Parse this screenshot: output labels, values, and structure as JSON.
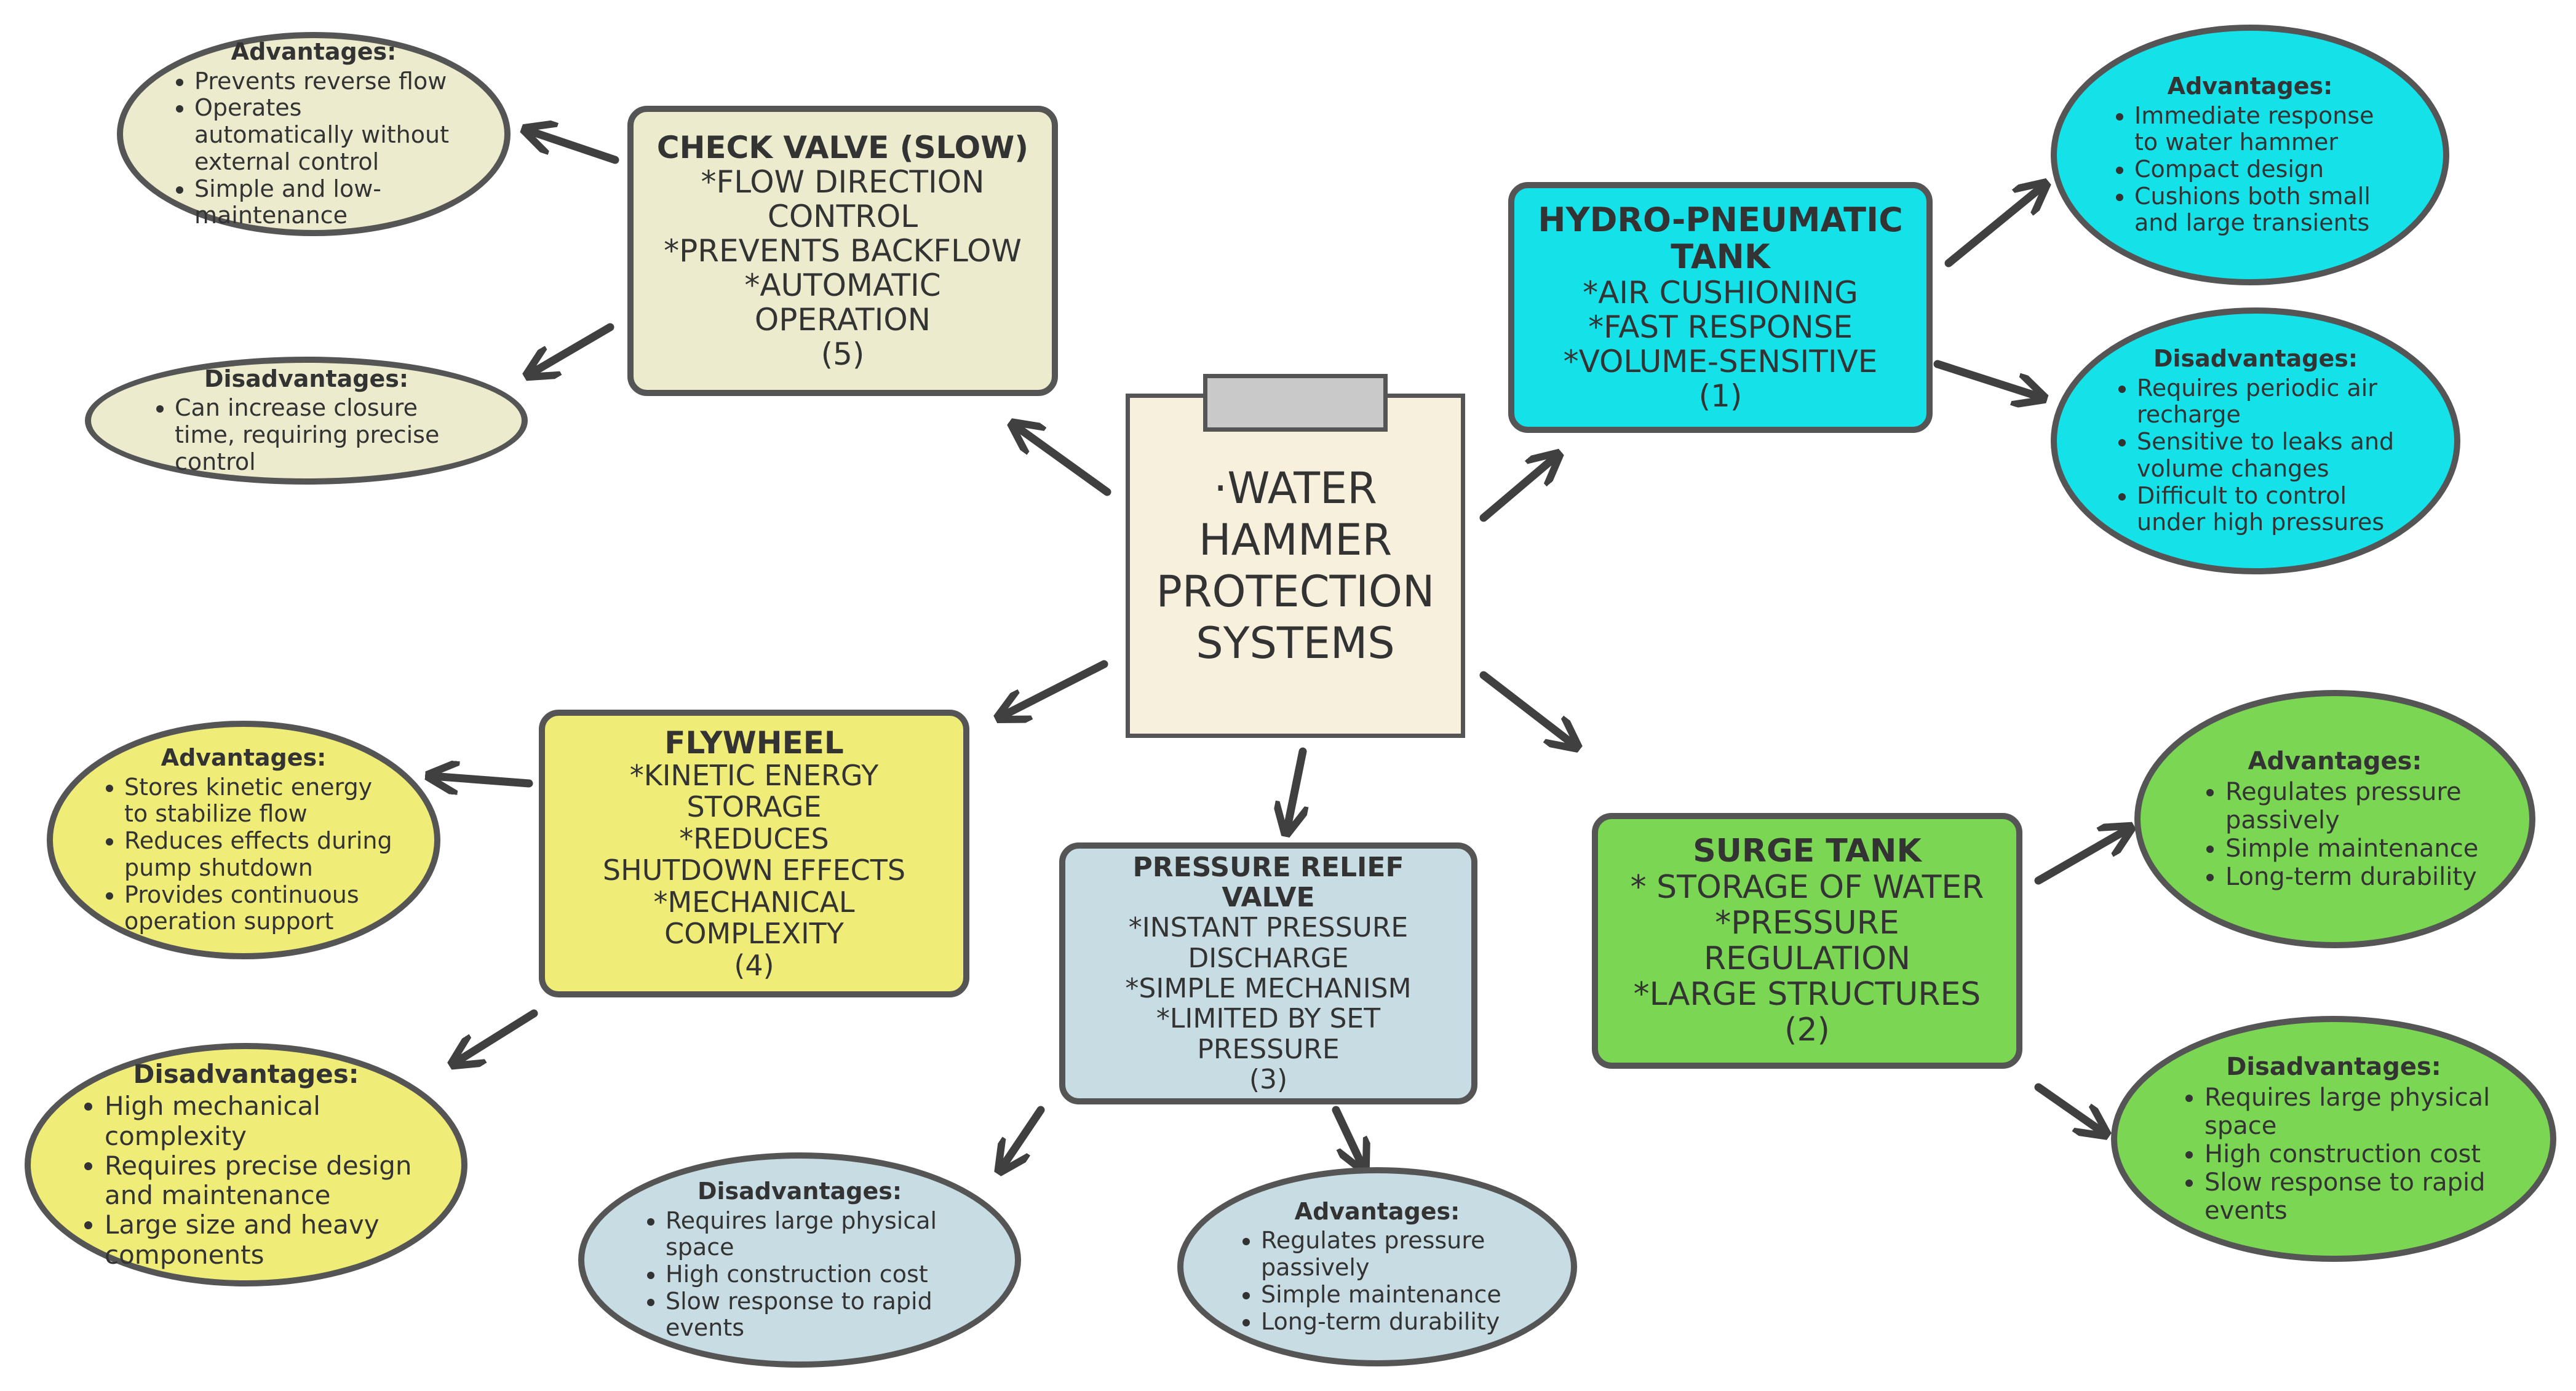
{
  "center": {
    "lines": [
      "·WATER",
      "HAMMER",
      "PROTECTION",
      "SYSTEMS"
    ],
    "icon": "clipboard-icon"
  },
  "check_valve": {
    "title": "CHECK VALVE (SLOW)",
    "lines": [
      "*FLOW DIRECTION",
      "CONTROL",
      "*PREVENTS BACKFLOW",
      "*AUTOMATIC",
      "OPERATION",
      "(5)"
    ],
    "advantages": {
      "heading": "Advantages:",
      "items": [
        "Prevents reverse flow",
        "Operates automatically without external control",
        "Simple and low-maintenance"
      ]
    },
    "disadvantages": {
      "heading": "Disadvantages:",
      "items": [
        "Can increase closure time, requiring precise control"
      ]
    }
  },
  "hydro_pneumatic": {
    "title_lines": [
      "HYDRO-PNEUMATIC",
      "TANK"
    ],
    "lines": [
      "*AIR CUSHIONING",
      "*FAST RESPONSE",
      "*VOLUME-SENSITIVE",
      "(1)"
    ],
    "advantages": {
      "heading": "Advantages:",
      "items": [
        "Immediate response to water hammer",
        "Compact design",
        "Cushions both small and large transients"
      ]
    },
    "disadvantages": {
      "heading": "Disadvantages:",
      "items": [
        "Requires periodic air recharge",
        "Sensitive to leaks and volume changes",
        "Difficult to control under high pressures"
      ]
    }
  },
  "flywheel": {
    "title": "FLYWHEEL",
    "lines": [
      "*KINETIC ENERGY",
      "STORAGE",
      "*REDUCES",
      "SHUTDOWN EFFECTS",
      "*MECHANICAL",
      "COMPLEXITY",
      "(4)"
    ],
    "advantages": {
      "heading": "Advantages:",
      "items": [
        "Stores kinetic energy to stabilize flow",
        "Reduces effects during pump shutdown",
        "Provides continuous operation support"
      ]
    },
    "disadvantages": {
      "heading": "Disadvantages:",
      "items": [
        "High mechanical complexity",
        "Requires precise design and maintenance",
        "Large size and heavy components"
      ]
    }
  },
  "pressure_relief": {
    "title_lines": [
      "PRESSURE RELIEF",
      "VALVE"
    ],
    "lines": [
      "*INSTANT PRESSURE",
      "DISCHARGE",
      "*SIMPLE MECHANISM",
      "*LIMITED BY SET",
      "PRESSURE",
      "(3)"
    ],
    "advantages": {
      "heading": "Advantages:",
      "items": [
        "Regulates pressure passively",
        "Simple maintenance",
        "Long-term durability"
      ]
    },
    "disadvantages": {
      "heading": "Disadvantages:",
      "items": [
        "Requires large physical space",
        "High construction cost",
        "Slow response to rapid events"
      ]
    }
  },
  "surge_tank": {
    "title": "SURGE TANK",
    "lines": [
      "* STORAGE OF WATER",
      "*PRESSURE",
      "REGULATION",
      "*LARGE STRUCTURES",
      "(2)"
    ],
    "advantages": {
      "heading": "Advantages:",
      "items": [
        "Regulates pressure passively",
        "Simple maintenance",
        "Long-term durability"
      ]
    },
    "disadvantages": {
      "heading": "Disadvantages:",
      "items": [
        "Requires large physical space",
        "High construction cost",
        "Slow response to rapid events"
      ]
    }
  },
  "colors": {
    "cream": "#ecebcd",
    "yellow": "#f0ec78",
    "cyan": "#14e1e8",
    "green": "#7ad653",
    "blue": "#c8dce3",
    "outline": "#555555"
  }
}
